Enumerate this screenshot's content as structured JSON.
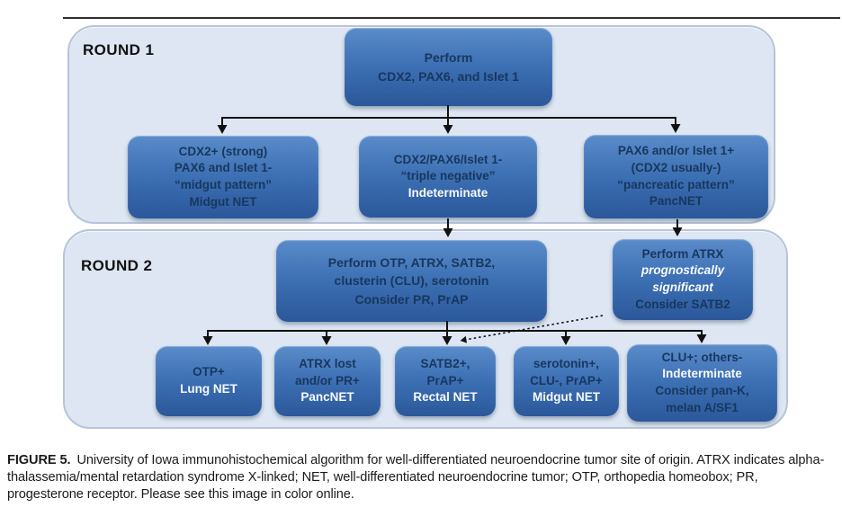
{
  "colors": {
    "node_gradient_top": "#5a8cca",
    "node_gradient_bottom": "#2b589a",
    "container_bg": "#dde6f2",
    "container_border": "#b7c4d8",
    "text_navy": "#17375e",
    "text_white": "#f7fafd",
    "connector_line": "#111111"
  },
  "rounds": [
    {
      "label": "ROUND 1"
    },
    {
      "label": "ROUND 2"
    }
  ],
  "nodes": [
    {
      "name": "perform-round1",
      "lines": [
        {
          "t": "Perform"
        },
        {
          "t": "CDX2, PAX6, and Islet 1"
        }
      ]
    },
    {
      "name": "midgut-pattern",
      "lines": [
        {
          "t": "CDX2+ (strong)"
        },
        {
          "t": "PAX6 and Islet 1-"
        },
        {
          "t": "“midgut pattern”"
        },
        {
          "t": "Midgut NET"
        }
      ]
    },
    {
      "name": "triple-negative",
      "lines": [
        {
          "t": "CDX2/PAX6/Islet 1-"
        },
        {
          "t": "“triple negative”"
        },
        {
          "t": "Indeterminate",
          "white": true
        }
      ]
    },
    {
      "name": "pancreatic-pattern",
      "lines": [
        {
          "t": "PAX6 and/or Islet 1+"
        },
        {
          "t": "(CDX2 usually-)"
        },
        {
          "t": "“pancreatic pattern”"
        },
        {
          "t": "PancNET"
        }
      ]
    },
    {
      "name": "perform-round2",
      "lines": [
        {
          "t": "Perform OTP, ATRX, SATB2,"
        },
        {
          "t": "clusterin (CLU), serotonin"
        },
        {
          "t": "Consider PR, PrAP"
        }
      ]
    },
    {
      "name": "perform-atrx",
      "lines": [
        {
          "t": "Perform ATRX"
        },
        {
          "t": "prognostically",
          "white": true,
          "italic": true
        },
        {
          "t": "significant",
          "white": true,
          "italic": true
        },
        {
          "t": "Consider SATB2"
        }
      ]
    },
    {
      "name": "lung-net",
      "lines": [
        {
          "t": "OTP+"
        },
        {
          "t": "Lung NET",
          "white": true
        }
      ]
    },
    {
      "name": "pancnet",
      "lines": [
        {
          "t": "ATRX lost"
        },
        {
          "t": "and/or PR+"
        },
        {
          "t": "PancNET",
          "white": true
        }
      ]
    },
    {
      "name": "rectal-net",
      "lines": [
        {
          "t": "SATB2+,"
        },
        {
          "t": "PrAP+"
        },
        {
          "t": "Rectal NET",
          "white": true
        }
      ]
    },
    {
      "name": "midgut-net",
      "lines": [
        {
          "t": "serotonin+,"
        },
        {
          "t": "CLU-, PrAP+"
        },
        {
          "t": "Midgut NET",
          "white": true
        }
      ]
    },
    {
      "name": "indeterminate-round2",
      "lines": [
        {
          "t": "CLU+; others-"
        },
        {
          "t": "Indeterminate",
          "white": true
        },
        {
          "t": "Consider pan-K,"
        },
        {
          "t": "melan A/SF1"
        }
      ]
    }
  ],
  "caption": {
    "label": "FIGURE 5.",
    "text": "University of Iowa immunohistochemical algorithm for well-differentiated neuroendocrine tumor site of origin. ATRX indicates alpha-thalassemia/mental retardation syndrome X-linked; NET, well-differentiated neuroendocrine tumor; OTP, orthopedia homeobox; PR, progesterone receptor. Please see this image in color online."
  }
}
